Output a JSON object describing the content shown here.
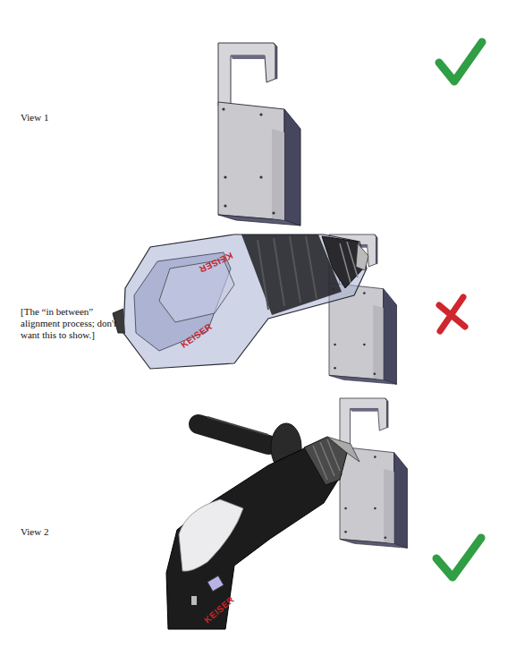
{
  "diagram": {
    "labels": [
      "View 1",
      "[The “in between” alignment process; don't want this to show.]",
      "View 2",
      "KEISER",
      "KEISER",
      "KEISER"
    ]
  }
}
